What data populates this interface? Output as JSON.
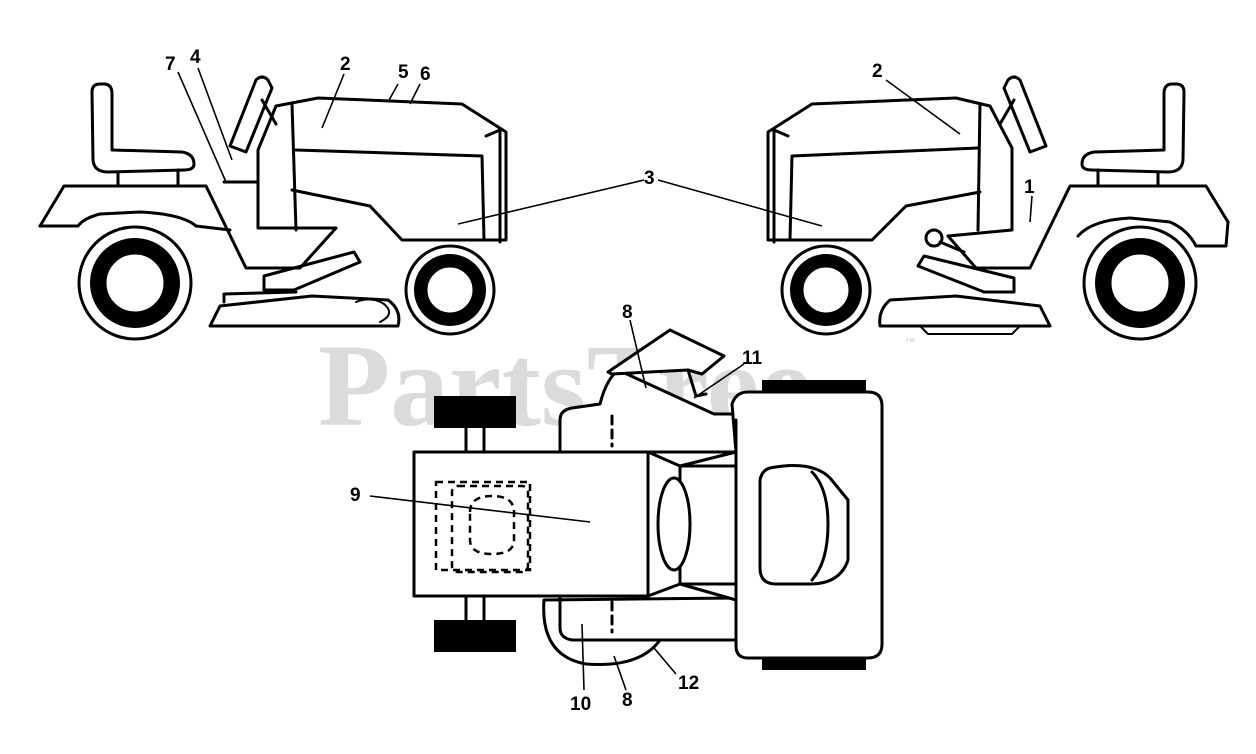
{
  "watermark": {
    "brand": "PartsTree",
    "trademark": "™"
  },
  "callouts": {
    "c1": "1",
    "c2_left": "2",
    "c2_right": "2",
    "c3": "3",
    "c4": "4",
    "c5": "5",
    "c6": "6",
    "c7": "7",
    "c8_top": "8",
    "c8_bottom": "8",
    "c9": "9",
    "c10": "10",
    "c11": "11",
    "c12": "12"
  }
}
